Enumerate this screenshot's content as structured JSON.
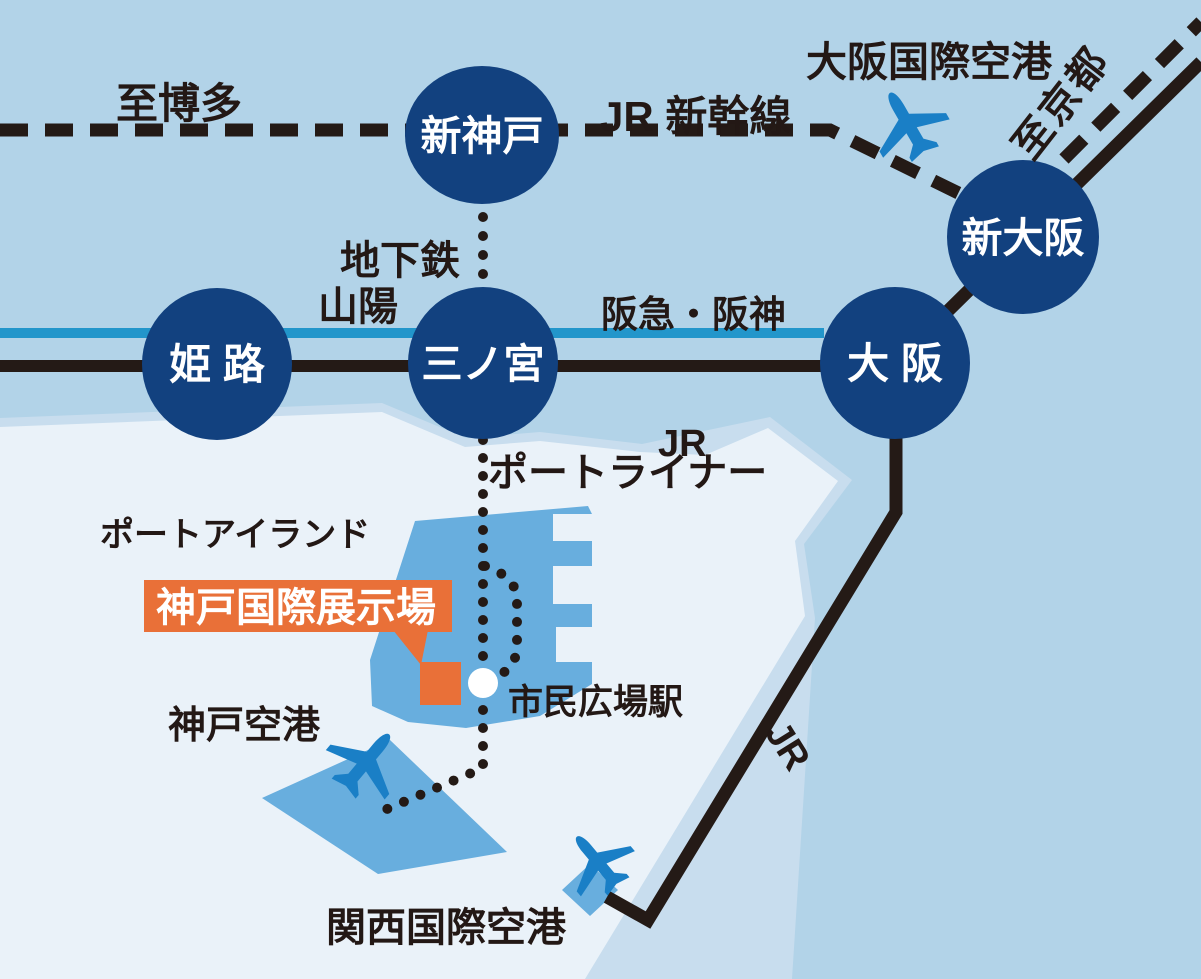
{
  "map": {
    "title": "Kobe International Exhibition Hall access map",
    "colors": {
      "sea_base": "#b2d3e8",
      "shore_mid": "#c8ddee",
      "land_pale": "#eaf2f9",
      "island_blue": "#68aede",
      "station_navy": "#12417f",
      "line_black": "#241a16",
      "hankyu_teal": "#2296cb",
      "highlight_orange": "#e97038",
      "plane_blue": "#1a7fc6"
    },
    "stations": {
      "shin_kobe": {
        "label": "新神戸"
      },
      "himeji": {
        "label": "姫 路"
      },
      "sannomiya": {
        "label": "三ノ宮"
      },
      "osaka": {
        "label": "大 阪"
      },
      "shin_osaka": {
        "label": "新大阪"
      }
    },
    "line_labels": {
      "to_hakata": "至博多",
      "jr_shinkansen": "JR 新幹線",
      "to_kyoto": "至京都",
      "subway": "地下鉄",
      "sanyo": "山陽",
      "hankyu_hanshin": "阪急・阪神",
      "jr_main": "JR",
      "portliner": "ポートライナー",
      "jr_south": "JR"
    },
    "places": {
      "osaka_intl_airport": "大阪国際空港",
      "port_island": "ポートアイランド",
      "exhibition_hall": "神戸国際展示場",
      "shimin_hiroba_station": "市民広場駅",
      "kobe_airport": "神戸空港",
      "kansai_intl_airport": "関西国際空港"
    },
    "icons": {
      "planes": [
        "osaka-airport-plane",
        "kobe-airport-plane",
        "kansai-airport-plane"
      ],
      "exhibition_marker": "orange-square",
      "station_dot": "white-circle"
    }
  }
}
